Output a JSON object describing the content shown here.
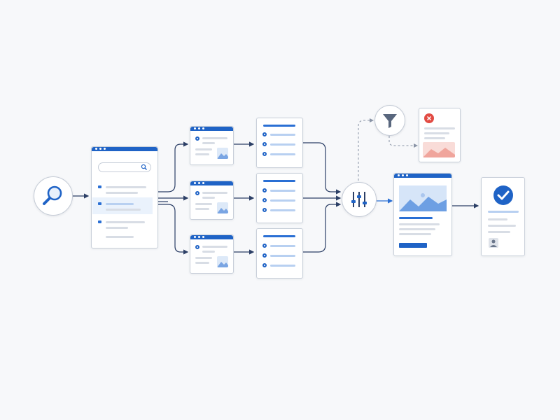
{
  "diagram": {
    "description_nodes": [
      "search-icon",
      "search-results-window",
      "result-card",
      "checklist-card",
      "filter-sliders-icon",
      "funnel-icon",
      "rejected-card",
      "article-window",
      "confirmation-card"
    ],
    "colors": {
      "primary": "#1f63c6",
      "connector": "#2c3f66",
      "reject": "#e24b43",
      "background": "#f7f8fa"
    }
  }
}
